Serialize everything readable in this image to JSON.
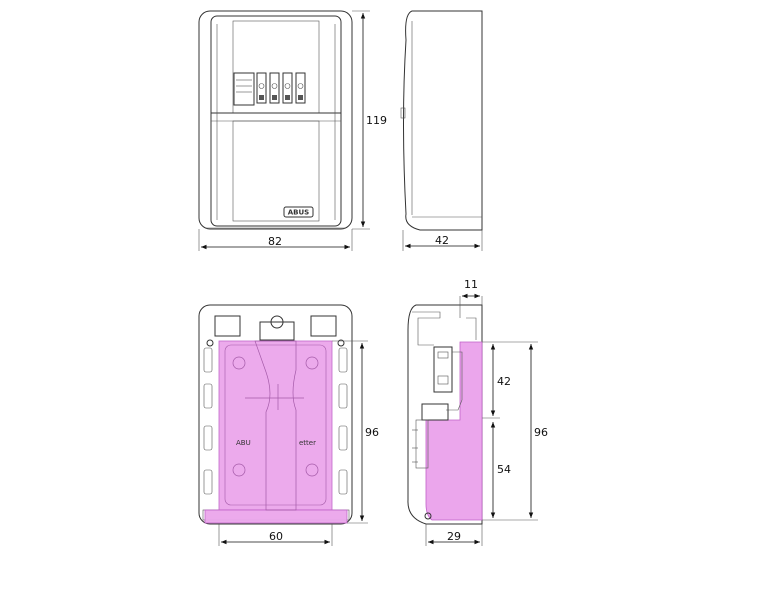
{
  "views": {
    "front": {
      "brand": "ABUS",
      "width": "82",
      "height": "119"
    },
    "side": {
      "depth": "42"
    },
    "back": {
      "width": "60",
      "height": "96",
      "text_left": "ABU",
      "text_right": "etter"
    },
    "section": {
      "top_offset": "11",
      "upper": "42",
      "lower": "54",
      "total": "96",
      "width": "29"
    }
  },
  "colors": {
    "highlight": "#EBA6EC",
    "highlight_edge": "#C060C8",
    "body": "#E6E6E6",
    "frame": "#CFCFCF",
    "stroke": "#333333"
  }
}
